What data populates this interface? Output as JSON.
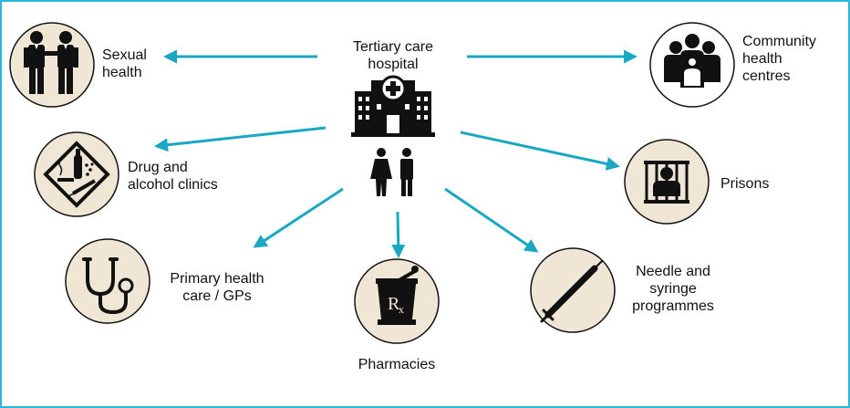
{
  "center": {
    "title": "Tertiary care\nhospital",
    "hospital_icon": "hospital-building-icon",
    "people_icon": "man-woman-icon"
  },
  "nodes": [
    {
      "key": "sexual",
      "label": "Sexual\nhealth",
      "icon": "couple-icon"
    },
    {
      "key": "drug",
      "label": "Drug and\nalcohol clinics",
      "icon": "drug-alcohol-sign-icon"
    },
    {
      "key": "primary",
      "label": "Primary health\ncare / GPs",
      "icon": "stethoscope-icon"
    },
    {
      "key": "pharmacy",
      "label": "Pharmacies",
      "icon": "mortar-pestle-rx-icon"
    },
    {
      "key": "needle",
      "label": "Needle and\nsyringe\nprogrammes",
      "icon": "syringe-icon"
    },
    {
      "key": "prisons",
      "label": "Prisons",
      "icon": "prisoner-behind-bars-icon"
    },
    {
      "key": "community",
      "label": "Community\nhealth\ncentres",
      "icon": "community-group-icon"
    }
  ],
  "colors": {
    "arrow": "#1aa7c4",
    "circle_fill": "#efe6d6",
    "circle_stroke": "#111111",
    "icon": "#111111",
    "frame": "#29b6d8"
  }
}
